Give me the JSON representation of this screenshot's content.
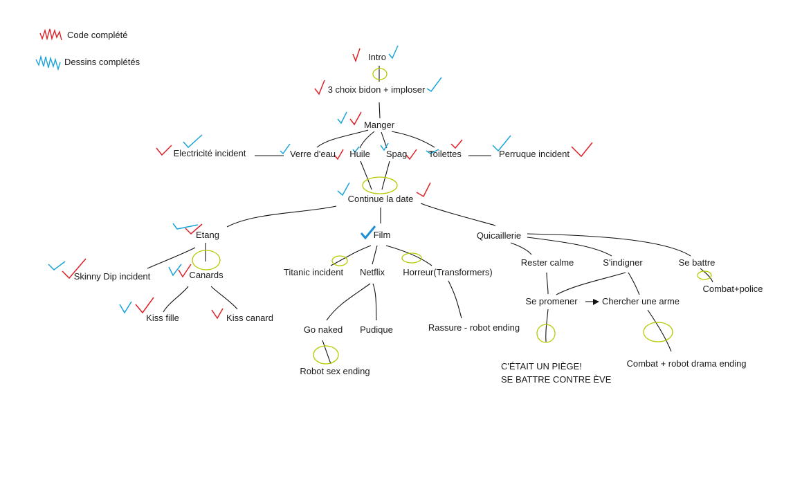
{
  "legend": {
    "code": "Code complété",
    "drawings": "Dessins complétés",
    "code_color": "#dd1f26",
    "drawings_color": "#1aa3d9"
  },
  "colors": {
    "line": "#111111",
    "circle": "#b5c900",
    "film_check": "#1e8fd6"
  },
  "nodes": {
    "intro": "Intro",
    "choix": "3 choix bidon + imploser",
    "manger": "Manger",
    "electricite": "Electricité incident",
    "verre": "Verre d'eau",
    "huile": "Huile",
    "spag": "Spag",
    "toilettes": "Toilettes",
    "perruque": "Perruque incident",
    "continue": "Continue la date",
    "etang": "Etang",
    "film": "Film",
    "quincaillerie": "Quicaillerie",
    "skinny": "Skinny Dip incident",
    "canards": "Canards",
    "kiss_fille": "Kiss fille",
    "kiss_canard": "Kiss canard",
    "titanic": "Titanic incident",
    "netflix": "Netflix",
    "horreur": "Horreur(Transformers)",
    "go_naked": "Go naked",
    "pudique": "Pudique",
    "robot_sex": "Robot sex ending",
    "rassure": "Rassure - robot ending",
    "rester": "Rester calme",
    "sindigner": "S'indigner",
    "se_battre": "Se battre",
    "combat_police": "Combat+police",
    "promener": "Se promener",
    "chercher": "Chercher une arme",
    "piege_1": "C'ÉTAIT UN PIÈGE!",
    "piege_2": "SE BATTRE CONTRE ÈVE",
    "combat_robot": "Combat + robot drama ending"
  }
}
